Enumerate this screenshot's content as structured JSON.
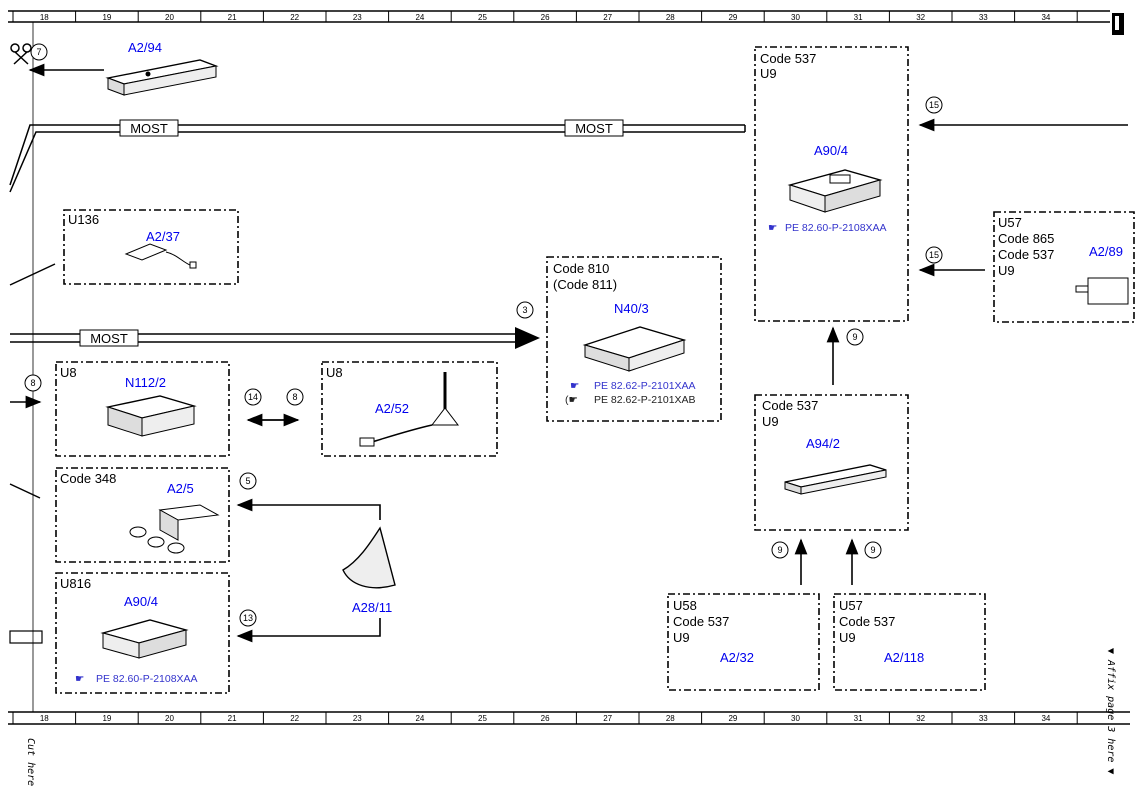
{
  "ruler": {
    "ticks": [
      "18",
      "19",
      "20",
      "21",
      "22",
      "23",
      "24",
      "25",
      "26",
      "27",
      "28",
      "29",
      "30",
      "31",
      "32",
      "33",
      "34"
    ]
  },
  "bus_labels": {
    "most1": "MOST",
    "most2": "MOST",
    "most3": "MOST"
  },
  "margin": {
    "cut_here": "Cut here",
    "affix": "▼ Affix page 3 here ▼"
  },
  "callouts": {
    "c7": "7",
    "c15a": "15",
    "c15b": "15",
    "c3": "3",
    "c9a": "9",
    "c8a": "8",
    "c14": "14",
    "c8b": "8",
    "c5": "5",
    "c13": "13",
    "c9b": "9",
    "c9c": "9"
  },
  "components": {
    "a2_94": {
      "label": "A2/94"
    },
    "code537_a90": {
      "line1": "Code 537",
      "line2": "U9",
      "label": "A90/4",
      "ref": "PE 82.60-P-2108XAA"
    },
    "u136": {
      "line1": "U136",
      "label": "A2/37"
    },
    "u57_right": {
      "line1": "U57",
      "line2": "Code 865",
      "line3": "Code 537",
      "line4": "U9",
      "label": "A2/89"
    },
    "code810": {
      "line1": "Code 810",
      "line2": "(Code 811)",
      "label": "N40/3",
      "ref1": "PE 82.62-P-2101XAA",
      "ref2": "PE 82.62-P-2101XAB"
    },
    "u8_n112": {
      "line1": "U8",
      "label": "N112/2"
    },
    "u8_a252": {
      "line1": "U8",
      "label": "A2/52"
    },
    "code537_a94": {
      "line1": "Code 537",
      "line2": "U9",
      "label": "A94/2"
    },
    "code348": {
      "line1": "Code 348",
      "label": "A2/5"
    },
    "a28_11": {
      "label": "A28/11"
    },
    "u816": {
      "line1": "U816",
      "label": "A90/4",
      "ref": "PE 82.60-P-2108XAA"
    },
    "u58": {
      "line1": "U58",
      "line2": "Code 537",
      "line3": "U9",
      "label": "A2/32"
    },
    "u57_bottom": {
      "line1": "U57",
      "line2": "Code 537",
      "line3": "U9",
      "label": "A2/118"
    }
  }
}
